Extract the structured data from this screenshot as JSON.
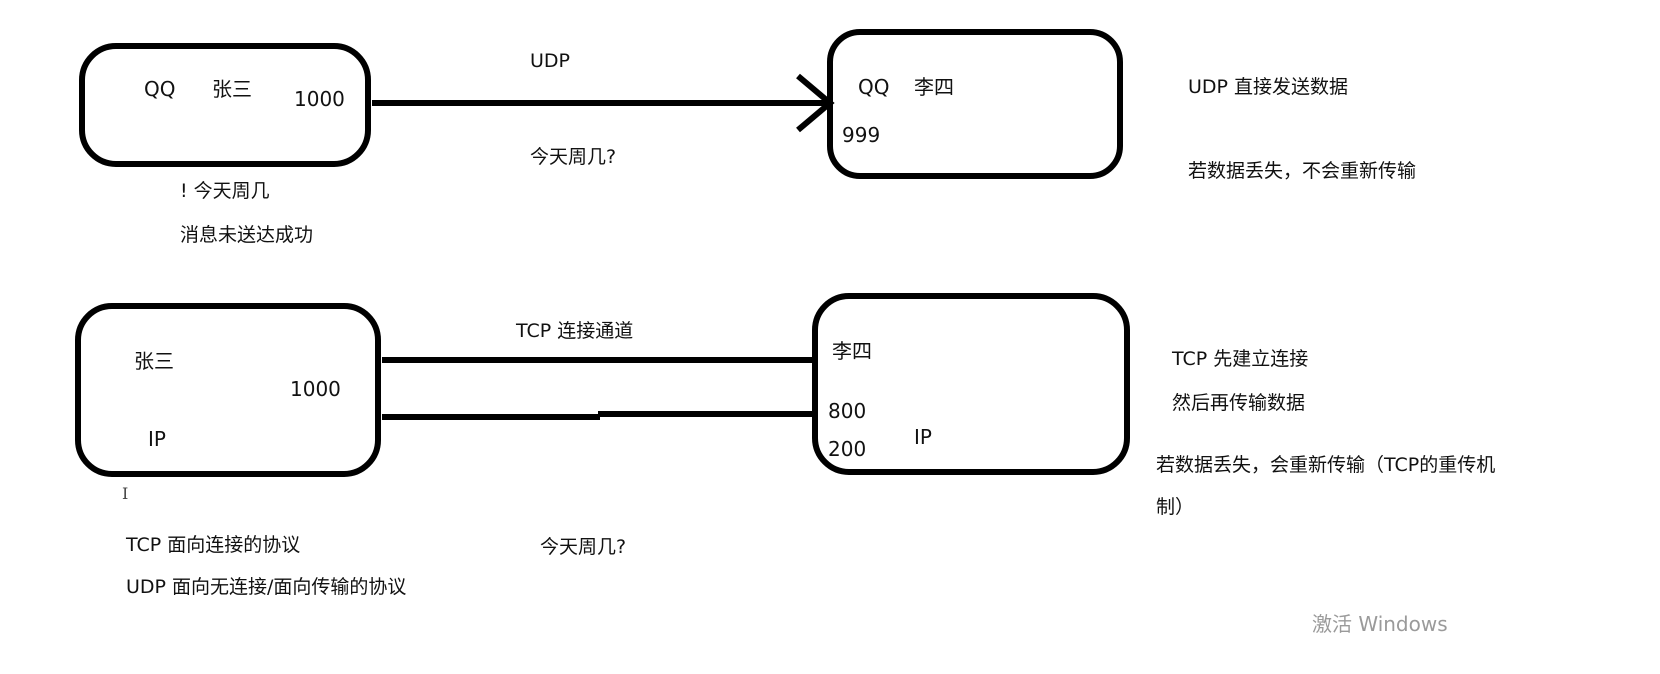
{
  "udp_section": {
    "sender": {
      "app": "QQ",
      "name": "张三",
      "port": "1000"
    },
    "protocol_label": "UDP",
    "message": "今天周几?",
    "receiver": {
      "app": "QQ",
      "name": "李四",
      "port": "999"
    },
    "failure_lines": [
      "! 今天周几",
      "消息未送达成功"
    ],
    "notes": [
      "UDP 直接发送数据",
      "若数据丢失，不会重新传输"
    ]
  },
  "tcp_section": {
    "sender": {
      "name": "张三",
      "port": "1000",
      "ip": "IP"
    },
    "channel_label": "TCP 连接通道",
    "receiver": {
      "name": "李四",
      "port_a": "800",
      "port_b": "200",
      "ip": "IP"
    },
    "notes": [
      "TCP 先建立连接",
      "然后再传输数据",
      "若数据丢失，会重新传输（TCP的重传机",
      "制）"
    ],
    "message": "今天周几?"
  },
  "summary": [
    "TCP 面向连接的协议",
    "UDP 面向无连接/面向传输的协议"
  ],
  "watermark": "激活 Windows"
}
